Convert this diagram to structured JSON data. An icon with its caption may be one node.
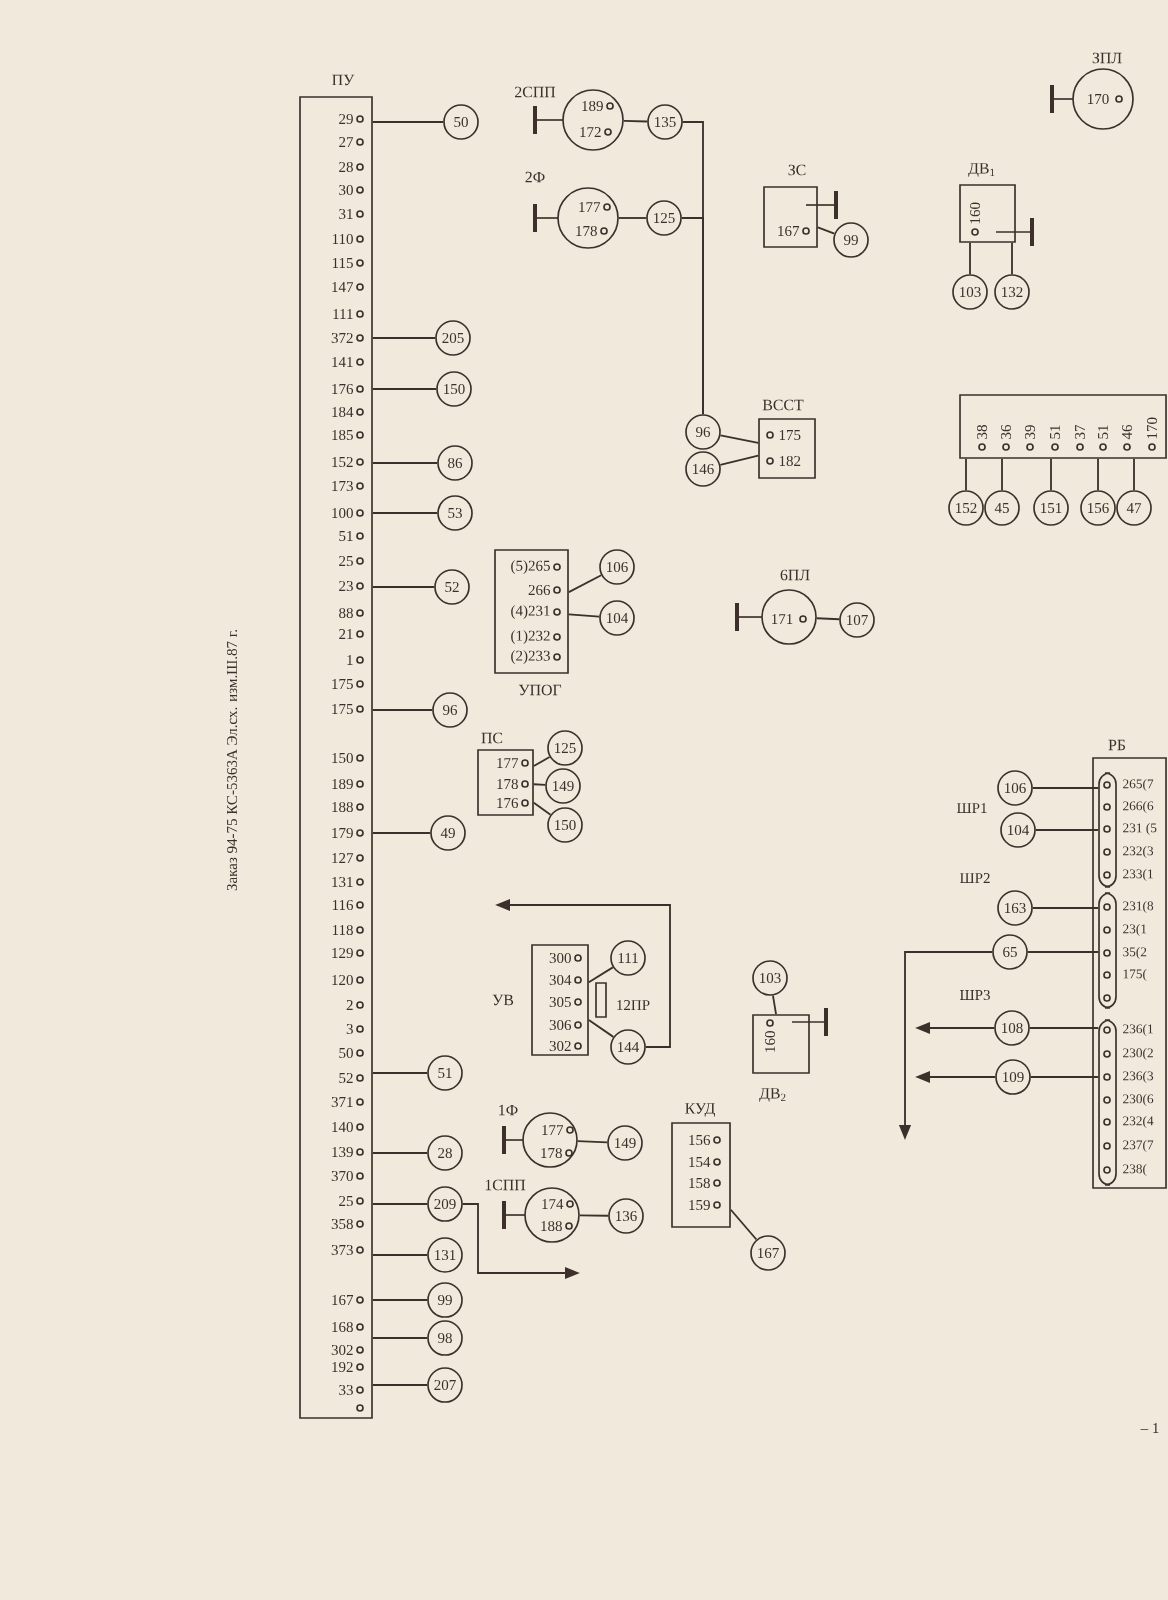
{
  "diagram": {
    "nodes": [
      {
        "text": [
          "ПУ",
          "29",
          "27",
          "28",
          "30",
          "31",
          "110",
          "115",
          "147",
          "111",
          "372",
          "141",
          "176",
          "184",
          "185",
          "152",
          "173",
          "100",
          "51",
          "25",
          "23",
          "88",
          "21",
          "1",
          "175",
          "175",
          "150",
          "189",
          "188",
          "179",
          "127",
          "131",
          "116",
          "118",
          "129",
          "120",
          "2",
          "3",
          "50",
          "52",
          "371",
          "140",
          "139",
          "370",
          "25",
          "358",
          "373",
          "167",
          "168",
          "302",
          "192",
          "33"
        ]
      },
      {
        "text": [
          "2СПП",
          "189",
          "172"
        ]
      },
      {
        "text": [
          "2Ф",
          "177",
          "178"
        ]
      },
      {
        "text": [
          "ЗС",
          "167"
        ]
      },
      {
        "text": [
          "ВССТ",
          "175",
          "182"
        ]
      },
      {
        "text": [
          "ДВ$_{1}$",
          "160"
        ]
      },
      {
        "text": [
          "ЗПЛ",
          "170"
        ]
      },
      {
        "text": [
          "38",
          "36",
          "39",
          "51",
          "37",
          "51",
          "46",
          "170"
        ]
      },
      {
        "text": [
          "(5)265",
          "266",
          "(4)231",
          "(1)232",
          "(2)233",
          "УПОГ"
        ]
      },
      {
        "text": [
          "ПС",
          "177",
          "178",
          "176"
        ]
      },
      {
        "text": [
          "6ПЛ",
          "171"
        ]
      },
      {
        "text": [
          "УВ",
          "300",
          "304",
          "305",
          "306",
          "302"
        ]
      },
      {
        "text": [
          "ДВ$_{2}$",
          "160"
        ]
      },
      {
        "text": [
          "1Ф",
          "177",
          "178"
        ]
      },
      {
        "text": [
          "1СПП",
          "174",
          "188"
        ]
      },
      {
        "text": [
          "КУД",
          "156",
          "154",
          "158",
          "159"
        ]
      },
      {
        "text": [
          "РБ"
        ]
      },
      {
        "text": [
          "265(7",
          "266(6",
          "231 (5",
          "232(3",
          "233(1"
        ],
        "in": 16
      },
      {
        "text": [
          "231(8",
          "23(1",
          "35(2",
          "175("
        ],
        "in": 16
      },
      {
        "text": [
          "236(1",
          "230(2",
          "236(3",
          "230(6",
          "232(4",
          "237(7",
          "238("
        ],
        "in": 16
      },
      {
        "text": [
          "50"
        ]
      },
      {
        "text": [
          "205"
        ]
      },
      {
        "text": [
          "150"
        ]
      },
      {
        "text": [
          "86"
        ]
      },
      {
        "text": [
          "53"
        ]
      },
      {
        "text": [
          "52"
        ]
      },
      {
        "text": [
          "96"
        ]
      },
      {
        "text": [
          "49"
        ]
      },
      {
        "text": [
          "51"
        ]
      },
      {
        "text": [
          "28"
        ]
      },
      {
        "text": [
          "209"
        ]
      },
      {
        "text": [
          "131"
        ]
      },
      {
        "text": [
          "99"
        ]
      },
      {
        "text": [
          "98"
        ]
      },
      {
        "text": [
          "207"
        ]
      },
      {
        "text": [
          "135"
        ]
      },
      {
        "text": [
          "125"
        ]
      },
      {
        "text": [
          "99"
        ]
      },
      {
        "text": [
          "103"
        ]
      },
      {
        "text": [
          "132"
        ]
      },
      {
        "text": [
          "96"
        ]
      },
      {
        "text": [
          "146"
        ]
      },
      {
        "text": [
          "106"
        ]
      },
      {
        "text": [
          "104"
        ]
      },
      {
        "text": [
          "125"
        ]
      },
      {
        "text": [
          "149"
        ]
      },
      {
        "text": [
          "150"
        ]
      },
      {
        "text": [
          "107"
        ]
      },
      {
        "text": [
          "111"
        ]
      },
      {
        "text": [
          "144"
        ]
      },
      {
        "text": [
          "103"
        ]
      },
      {
        "text": [
          "149"
        ]
      },
      {
        "text": [
          "136"
        ]
      },
      {
        "text": [
          "167"
        ]
      },
      {
        "text": [
          "152"
        ]
      },
      {
        "text": [
          "45"
        ]
      },
      {
        "text": [
          "151"
        ]
      },
      {
        "text": [
          "156"
        ]
      },
      {
        "text": [
          "47"
        ]
      },
      {
        "text": [
          "106"
        ]
      },
      {
        "text": [
          "104"
        ]
      },
      {
        "text": [
          "163"
        ]
      },
      {
        "text": [
          "65"
        ]
      },
      {
        "text": [
          "108"
        ]
      },
      {
        "text": [
          "109"
        ]
      }
    ],
    "edges": [
      {
        "from": 0,
        "to": 20,
        "arrow": "none"
      },
      {
        "from": 0,
        "to": 21,
        "arrow": "none"
      },
      {
        "from": 0,
        "to": 22,
        "arrow": "none"
      },
      {
        "from": 0,
        "to": 23,
        "arrow": "none"
      },
      {
        "from": 0,
        "to": 24,
        "arrow": "none"
      },
      {
        "from": 0,
        "to": 25,
        "arrow": "none"
      },
      {
        "from": 0,
        "to": 26,
        "arrow": "none"
      },
      {
        "from": 0,
        "to": 27,
        "arrow": "none"
      },
      {
        "from": 0,
        "to": 28,
        "arrow": "none"
      },
      {
        "from": 0,
        "to": 29,
        "arrow": "none"
      },
      {
        "from": 0,
        "to": 30,
        "arrow": "none"
      },
      {
        "from": 0,
        "to": 31,
        "arrow": "none"
      },
      {
        "from": 0,
        "to": 32,
        "arrow": "none"
      },
      {
        "from": 0,
        "to": 33,
        "arrow": "none"
      },
      {
        "from": 0,
        "to": 34,
        "arrow": "none"
      },
      {
        "from": 1,
        "to": 35,
        "arrow": "none"
      },
      {
        "from": 2,
        "to": 36,
        "arrow": "none"
      },
      {
        "from": 35,
        "to": 40,
        "arrow": "none"
      },
      {
        "from": 36,
        "to": 40,
        "arrow": "none"
      },
      {
        "from": 3,
        "to": 37,
        "arrow": "none"
      },
      {
        "from": 4,
        "to": 40,
        "arrow": "none"
      },
      {
        "from": 4,
        "to": 41,
        "arrow": "none"
      },
      {
        "from": 5,
        "to": 38,
        "arrow": "none"
      },
      {
        "from": 5,
        "to": 39,
        "arrow": "none"
      },
      {
        "from": 8,
        "to": 42,
        "arrow": "none"
      },
      {
        "from": 8,
        "to": 43,
        "arrow": "none"
      },
      {
        "from": 9,
        "to": 44,
        "arrow": "none"
      },
      {
        "from": 9,
        "to": 45,
        "arrow": "none"
      },
      {
        "from": 9,
        "to": 46,
        "arrow": "none"
      },
      {
        "from": 10,
        "to": 47,
        "arrow": "none"
      },
      {
        "from": 11,
        "to": 48,
        "arrow": "none"
      },
      {
        "from": 11,
        "to": 49,
        "arrow": "none"
      },
      {
        "from": 12,
        "to": 50,
        "arrow": "none"
      },
      {
        "from": 13,
        "to": 51,
        "arrow": "none"
      },
      {
        "from": 14,
        "to": 52,
        "arrow": "none"
      },
      {
        "from": 15,
        "to": 53,
        "arrow": "none"
      },
      {
        "from": 7,
        "to": 54,
        "arrow": "none"
      },
      {
        "from": 7,
        "to": 55,
        "arrow": "none"
      },
      {
        "from": 7,
        "to": 56,
        "arrow": "none"
      },
      {
        "from": 7,
        "to": 57,
        "arrow": "none"
      },
      {
        "from": 7,
        "to": 58,
        "arrow": "none"
      },
      {
        "from": 59,
        "to": 17,
        "arrow": "none"
      },
      {
        "from": 60,
        "to": 17,
        "arrow": "none"
      },
      {
        "from": 61,
        "to": 18,
        "arrow": "none"
      },
      {
        "from": 62,
        "to": 18,
        "arrow": "none"
      },
      {
        "from": 63,
        "to": 19,
        "arrow": "none"
      },
      {
        "from": 64,
        "to": 19,
        "arrow": "none"
      },
      {
        "from": 30,
        "to": null,
        "arrow": "to"
      },
      {
        "from": 49,
        "to": null,
        "arrow": "to"
      },
      {
        "from": 62,
        "to": null,
        "arrow": "to"
      },
      {
        "from": 63,
        "to": null,
        "arrow": "to"
      },
      {
        "from": 64,
        "to": null,
        "arrow": "to"
      }
    ],
    "labels": [
      "Заказ 94-75 КС-5363А Эл.сх. изм.Ш.87 г.",
      "12ПР",
      "ШР1",
      "ШР2",
      "ШР3",
      "– 1"
    ]
  }
}
